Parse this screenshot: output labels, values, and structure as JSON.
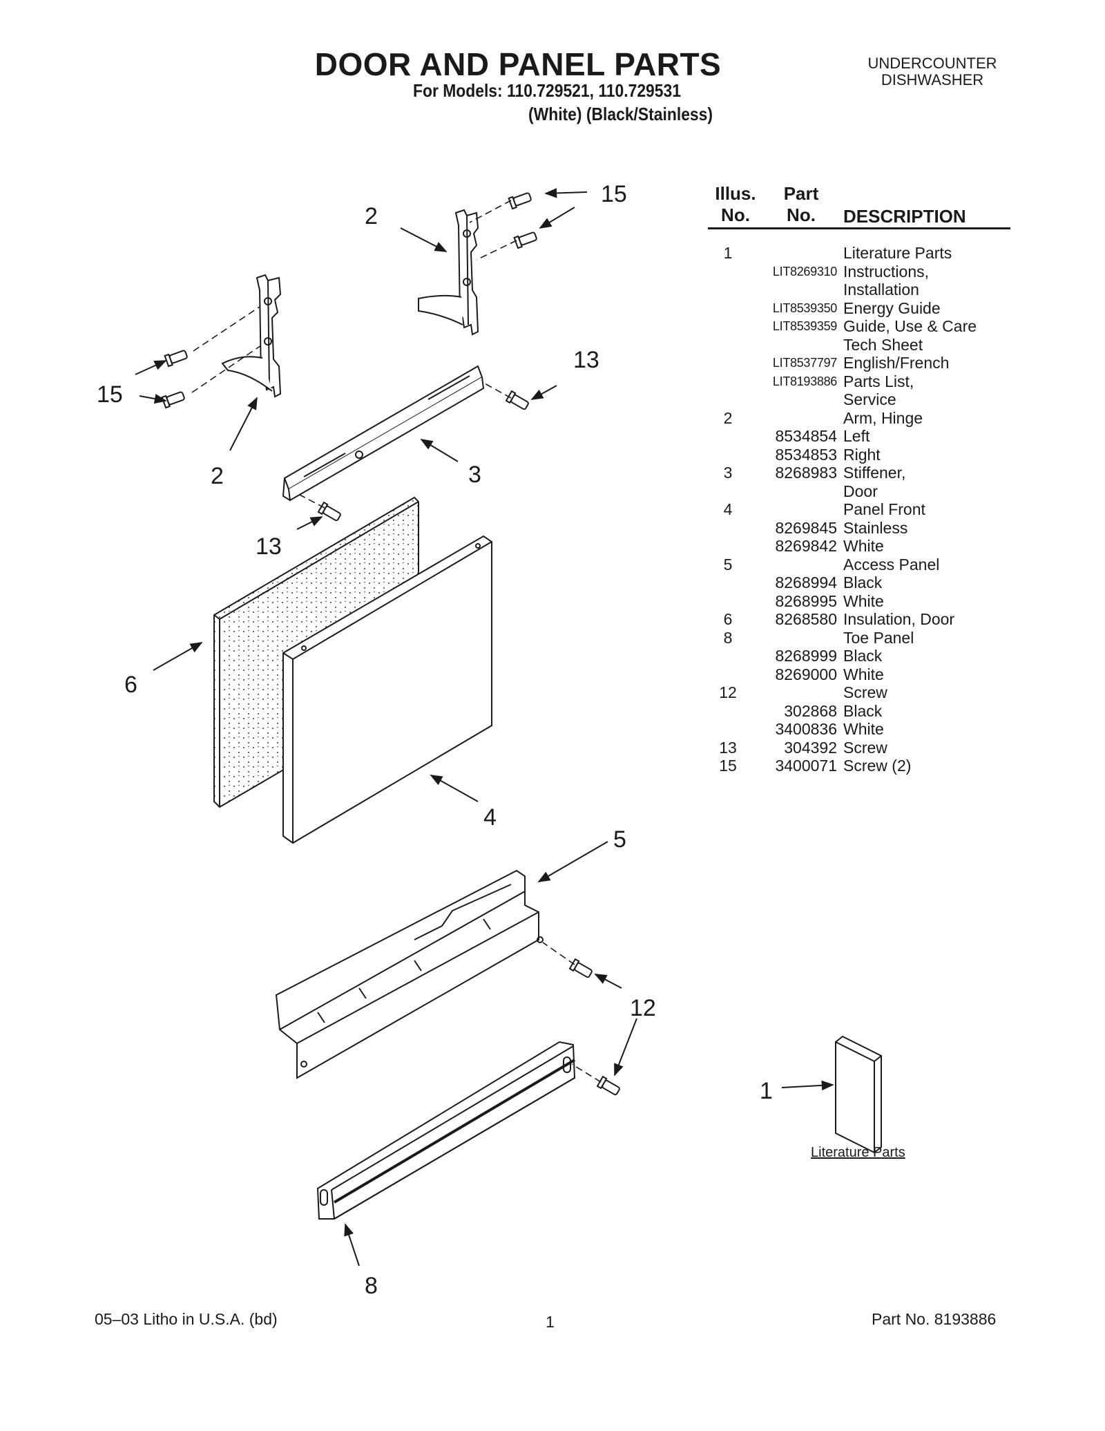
{
  "header": {
    "title": "DOOR AND PANEL PARTS",
    "models_line": "For Models: 110.729521, 110.729531",
    "colors_line": "(White) (Black/Stainless)",
    "appliance_line1": "UNDERCOUNTER",
    "appliance_line2": "DISHWASHER"
  },
  "table": {
    "col_illus_line1": "Illus.",
    "col_illus_line2": "No.",
    "col_part_line1": "Part",
    "col_part_line2": "No.",
    "col_description": "DESCRIPTION",
    "rows": [
      {
        "illus": "1",
        "part": "",
        "desc": "Literature Parts"
      },
      {
        "illus": "",
        "part": "LIT8269310",
        "desc": "Instructions,"
      },
      {
        "illus": "",
        "part": "",
        "desc": "Installation"
      },
      {
        "illus": "",
        "part": "LIT8539350",
        "desc": "Energy Guide"
      },
      {
        "illus": "",
        "part": "LIT8539359",
        "desc": "Guide, Use & Care"
      },
      {
        "illus": "",
        "part": "",
        "desc": "Tech Sheet"
      },
      {
        "illus": "",
        "part": "LIT8537797",
        "desc": "English/French"
      },
      {
        "illus": "",
        "part": "LIT8193886",
        "desc": "Parts List,"
      },
      {
        "illus": "",
        "part": "",
        "desc": "Service"
      },
      {
        "illus": "2",
        "part": "",
        "desc": "Arm, Hinge"
      },
      {
        "illus": "",
        "part": "8534854",
        "desc": "Left"
      },
      {
        "illus": "",
        "part": "8534853",
        "desc": "Right"
      },
      {
        "illus": "3",
        "part": "8268983",
        "desc": "Stiffener,"
      },
      {
        "illus": "",
        "part": "",
        "desc": "Door"
      },
      {
        "illus": "4",
        "part": "",
        "desc": "Panel Front"
      },
      {
        "illus": "",
        "part": "8269845",
        "desc": "Stainless"
      },
      {
        "illus": "",
        "part": "8269842",
        "desc": "White"
      },
      {
        "illus": "5",
        "part": "",
        "desc": "Access Panel"
      },
      {
        "illus": "",
        "part": "8268994",
        "desc": "Black"
      },
      {
        "illus": "",
        "part": "8268995",
        "desc": "White"
      },
      {
        "illus": "6",
        "part": "8268580",
        "desc": "Insulation, Door"
      },
      {
        "illus": "8",
        "part": "",
        "desc": "Toe Panel"
      },
      {
        "illus": "",
        "part": "8268999",
        "desc": "Black"
      },
      {
        "illus": "",
        "part": "8269000",
        "desc": "White"
      },
      {
        "illus": "12",
        "part": "",
        "desc": "Screw"
      },
      {
        "illus": "",
        "part": "302868",
        "desc": "Black"
      },
      {
        "illus": "",
        "part": "3400836",
        "desc": "White"
      },
      {
        "illus": "13",
        "part": "304392",
        "desc": "Screw"
      },
      {
        "illus": "15",
        "part": "3400071",
        "desc": "Screw (2)"
      }
    ]
  },
  "diagram": {
    "callouts": [
      "15",
      "2",
      "13",
      "15",
      "2",
      "3",
      "13",
      "6",
      "4",
      "5",
      "12",
      "1",
      "8"
    ],
    "literature_label": "Literature Parts"
  },
  "footer": {
    "left": "05–03 Litho in U.S.A. (bd)",
    "center": "1",
    "right": "Part No. 8193886"
  }
}
